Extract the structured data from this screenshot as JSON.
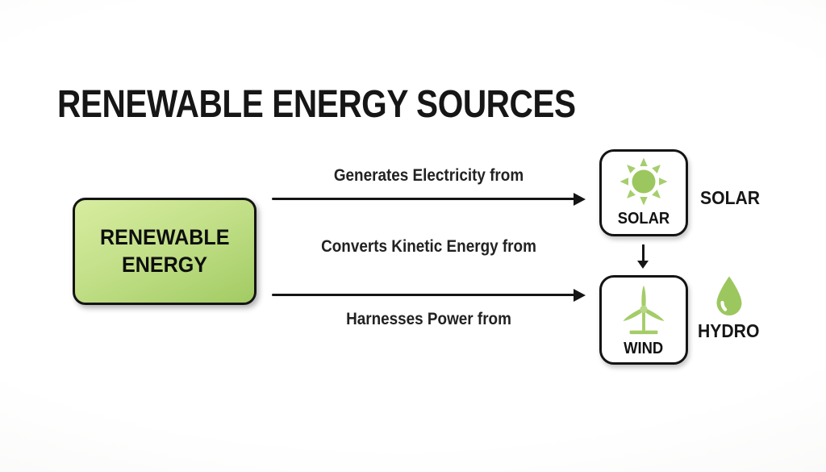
{
  "page": {
    "title": "RENEWABLE ENERGY SOURCES",
    "background": "#fbfbfa"
  },
  "colors": {
    "accent_green": "#9cc75f",
    "source_box_gradient_top": "#d7ec9f",
    "source_box_gradient_bottom": "#a2cb63",
    "outline_black": "#141414",
    "text_dark": "#1d1d1d"
  },
  "icons": {
    "solar": "sun-icon",
    "wind": "wind-turbine-icon",
    "hydro": "water-drop-icon"
  },
  "source_box": {
    "line1": "RENEWABLE",
    "line2": "ENERGY"
  },
  "connections": {
    "top_label": "Generates Electricity from",
    "middle_label": "Converts Kinetic Energy from",
    "bottom_label": "Harnesses Power from"
  },
  "solar_node": {
    "box_label": "SOLAR",
    "side_label": "SOLAR"
  },
  "wind_node": {
    "box_label": "WIND"
  },
  "hydro_annotation": {
    "label": "HYDRO"
  }
}
